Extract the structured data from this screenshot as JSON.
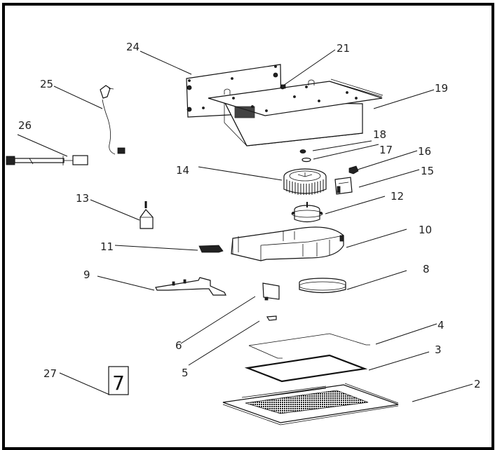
{
  "diagram": {
    "type": "exploded-parts-view",
    "subject": "range hood / ventilation unit assembly",
    "callouts": [
      {
        "id": "2",
        "label": "2"
      },
      {
        "id": "3",
        "label": "3"
      },
      {
        "id": "4",
        "label": "4"
      },
      {
        "id": "5",
        "label": "5"
      },
      {
        "id": "6",
        "label": "6"
      },
      {
        "id": "8",
        "label": "8"
      },
      {
        "id": "9",
        "label": "9"
      },
      {
        "id": "10",
        "label": "10"
      },
      {
        "id": "11",
        "label": "11"
      },
      {
        "id": "12",
        "label": "12"
      },
      {
        "id": "13",
        "label": "13"
      },
      {
        "id": "14",
        "label": "14"
      },
      {
        "id": "15",
        "label": "15"
      },
      {
        "id": "16",
        "label": "16"
      },
      {
        "id": "17",
        "label": "17"
      },
      {
        "id": "18",
        "label": "18"
      },
      {
        "id": "19",
        "label": "19"
      },
      {
        "id": "21",
        "label": "21"
      },
      {
        "id": "24",
        "label": "24"
      },
      {
        "id": "25",
        "label": "25"
      },
      {
        "id": "26",
        "label": "26"
      },
      {
        "id": "27",
        "label": "27"
      }
    ],
    "quantity_box": {
      "value": "7"
    },
    "border_color": "#000000",
    "line_color": "#111111"
  }
}
